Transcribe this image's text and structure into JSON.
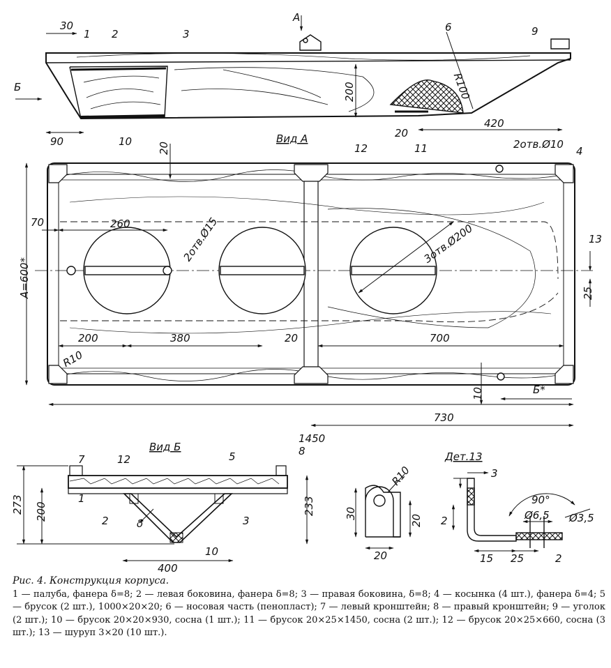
{
  "views": {
    "top_label": "А",
    "a_label": "Вид А",
    "b_label": "Вид Б",
    "det_label": "Дет.13",
    "b_arrow": "Б",
    "b_star": "Б*"
  },
  "parts": [
    "1",
    "2",
    "3",
    "4",
    "5",
    "6",
    "7",
    "8",
    "9",
    "10",
    "11",
    "12",
    "13"
  ],
  "dims": {
    "d30": "30",
    "d90": "90",
    "d200": "200",
    "r100": "R100",
    "d20a": "20",
    "d420": "420",
    "d20b": "20",
    "holes10": "2отв.Ø10",
    "d70": "70",
    "d260": "260",
    "holes15": "2отв.Ø15",
    "holes200": "3отв.Ø200",
    "a600": "А=600*",
    "d25": "25",
    "d200b": "200",
    "d380": "380",
    "d20c": "20",
    "d700": "700",
    "r10": "R10",
    "d10": "10",
    "d730": "730",
    "d1450": "1450",
    "d273": "273",
    "d200c": "200",
    "d233": "233",
    "delta": "δ",
    "d400": "400",
    "d30b": "30",
    "d20d": "20",
    "d20e": "20",
    "r10b": "R10",
    "d3": "3",
    "d2a": "2",
    "ang90": "90°",
    "d65": "Ø6,5",
    "d35": "Ø3,5",
    "d15": "15",
    "d25b": "25",
    "d2b": "2"
  },
  "caption": {
    "title": "Рис. 4. Конструкция корпуса.",
    "body": "1 — палуба, фанера δ=8; 2 — левая боковина, фанера δ=8; 3 — правая боковина, δ=8; 4 — косынка (4 шт.), фанера δ=4; 5 — брусок (2 шт.), 1000×20×20; 6 — носовая часть (пенопласт); 7 — левый кронштейн; 8 — правый кронштейн; 9 — уголок (2 шт.); 10 — брусок 20×20×930, сосна (1 шт.); 11 — брусок 20×25×1450, сосна (2 шт.); 12 — брусок 20×25×660, сосна (3 шт.); 13 — шуруп 3×20 (10 шт.)."
  }
}
